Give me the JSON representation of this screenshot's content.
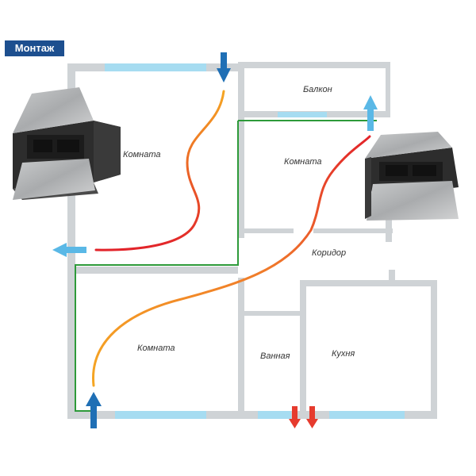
{
  "header": {
    "title": "Монтаж"
  },
  "rooms": [
    {
      "id": "room-top-left",
      "label": "Комната"
    },
    {
      "id": "room-top-right",
      "label": "Комната"
    },
    {
      "id": "balcony",
      "label": "Балкон"
    },
    {
      "id": "corridor",
      "label": "Коридор"
    },
    {
      "id": "room-bottom-left",
      "label": "Комната"
    },
    {
      "id": "bathroom",
      "label": "Ванная"
    },
    {
      "id": "kitchen",
      "label": "Кухня"
    }
  ],
  "colors": {
    "wall": "#cfd3d6",
    "window": "#a6dcf1",
    "duct_line": "#2e9a3a",
    "supply_arrow": "#1f6fb5",
    "exhaust_arrow_blue": "#5ab8e6",
    "exhaust_arrow_red": "#e63b2e",
    "flow_start": "#f5a623",
    "flow_end": "#e2232a",
    "badge": "#1d4f8f"
  },
  "icons": [
    "ventilation-unit-icon",
    "arrow-down-icon",
    "arrow-up-icon",
    "arrow-left-icon"
  ]
}
